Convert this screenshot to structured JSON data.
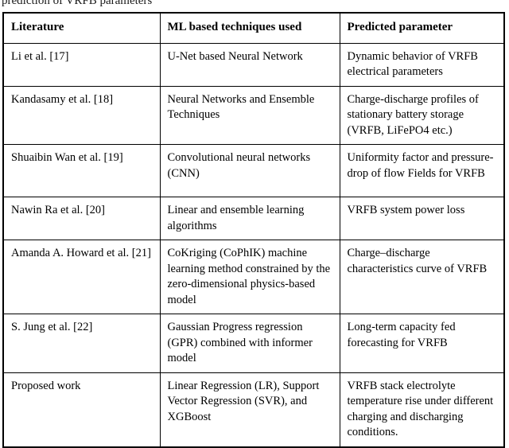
{
  "caption": {
    "text": "prediction of VRFB parameters",
    "clipped": true
  },
  "table": {
    "name": "literature-comparison-table",
    "columns": [
      "Literature",
      "ML based techniques used",
      "Predicted parameter"
    ],
    "rows": [
      {
        "literature": "Li et al. [17]",
        "technique": "U-Net based Neural Network",
        "parameter": "Dynamic behavior of VRFB electrical parameters",
        "parameter_justified": false
      },
      {
        "literature": "Kandasamy et al. [18]",
        "technique": "Neural Networks and Ensemble Techniques",
        "parameter": "Charge-discharge profiles of stationary battery storage (VRFB, LiFePO4 etc.)",
        "parameter_justified": false
      },
      {
        "literature": "Shuaibin Wan et al. [19]",
        "technique": "Convolutional neural networks (CNN)",
        "parameter": "Uniformity factor and pressure-drop of flow Fields for VRFB",
        "parameter_justified": false
      },
      {
        "literature": "Nawin Ra et al. [20]",
        "technique": "Linear and ensemble learning algorithms",
        "parameter": "VRFB system power loss",
        "parameter_justified": false
      },
      {
        "literature": "Amanda A. Howard et al. [21]",
        "technique": "CoKriging (CoPhIK) machine learning method constrained by the zero-dimensional physics-based model",
        "parameter": "Charge–discharge characteristics curve of VRFB",
        "parameter_justified": false
      },
      {
        "literature": "S. Jung et al. [22]",
        "technique": "Gaussian Progress regression (GPR) combined with informer model",
        "parameter": "Long-term capacity fed forecasting for VRFB",
        "parameter_justified": false
      },
      {
        "literature": "Proposed work",
        "technique": "Linear Regression (LR), Support Vector Regression (SVR), and XGBoost",
        "parameter": "VRFB stack electrolyte temperature rise under different charging and discharging conditions.",
        "parameter_justified": true
      }
    ]
  },
  "colors": {
    "text": "#000000",
    "border": "#000000",
    "background": "#ffffff"
  }
}
